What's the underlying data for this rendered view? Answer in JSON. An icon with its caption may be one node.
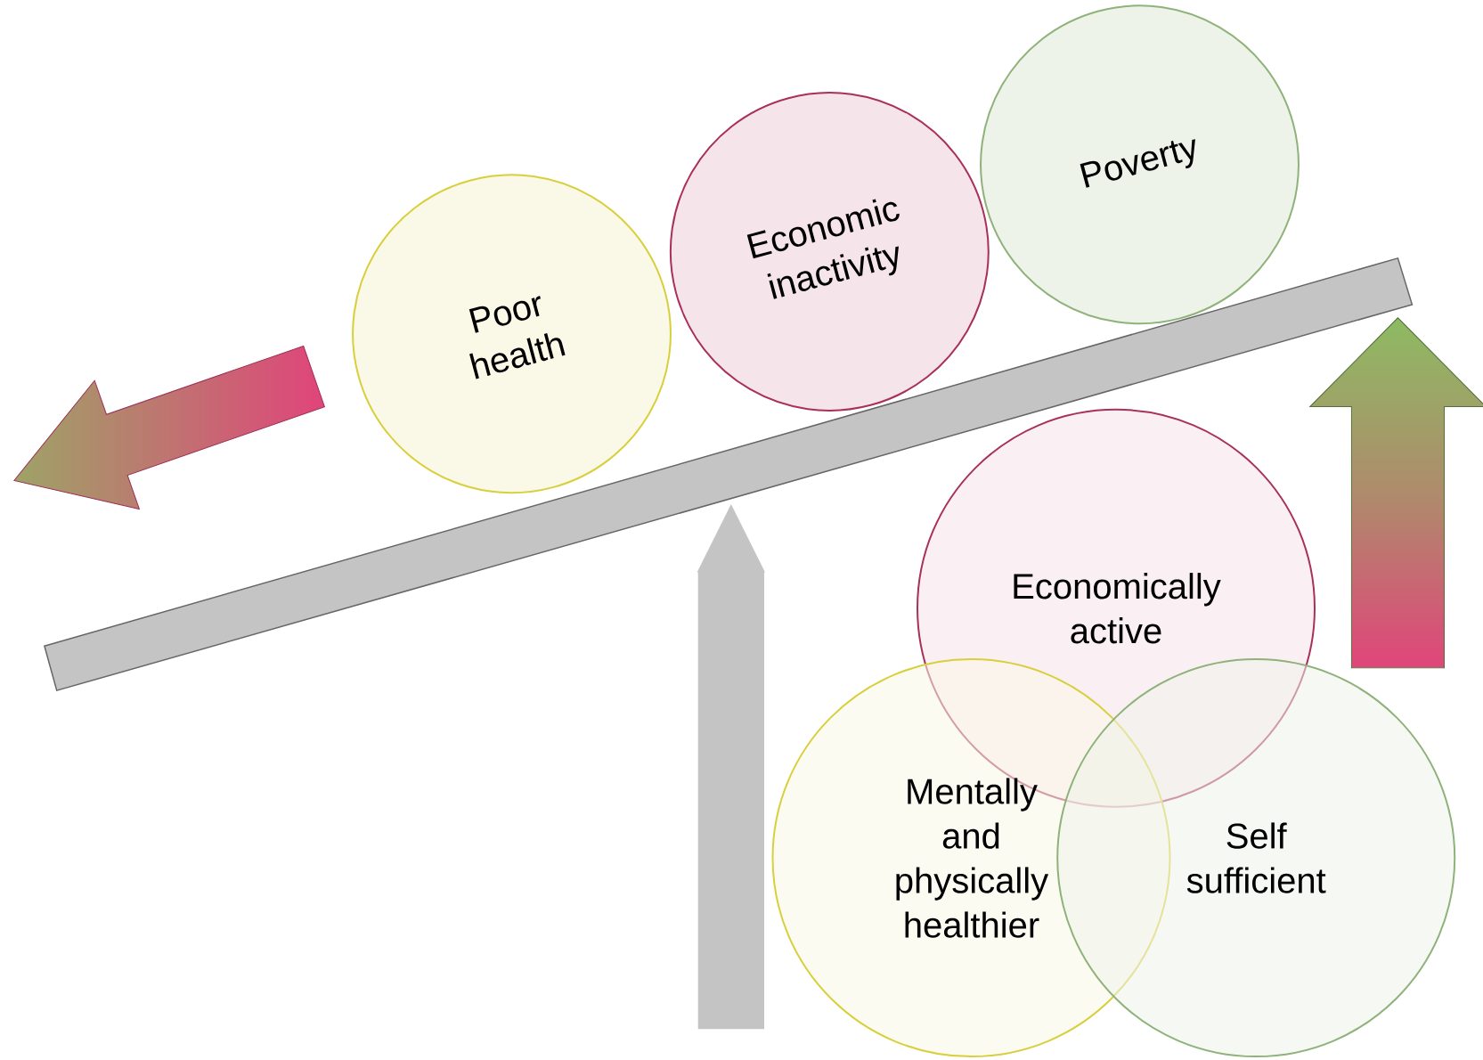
{
  "diagram": {
    "nodes": [
      {
        "text": [
          "Poor health"
        ]
      },
      {
        "text": [
          "Economic inactivity"
        ]
      },
      {
        "text": [
          "Poverty"
        ]
      },
      {
        "text": [
          "Economically active"
        ]
      },
      {
        "text": [
          "Mentally and physically healthier"
        ]
      },
      {
        "text": [
          "Self sufficient"
        ]
      }
    ]
  }
}
